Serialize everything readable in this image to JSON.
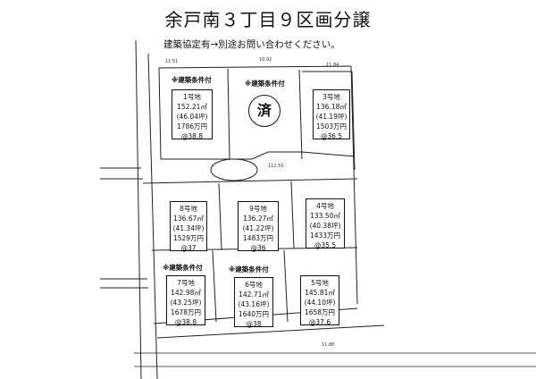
{
  "header": {
    "title": "余戸南３丁目９区画分譲",
    "note": "建築協定有→別途お問い合わせください。"
  },
  "condition_label": "※建築条件付",
  "sold_mark": "済",
  "lots": [
    {
      "id": "lot1",
      "lines": [
        "1号地",
        "152.21㎡",
        "(46.04坪)",
        "1786万円",
        "@38.8"
      ]
    },
    {
      "id": "lot3",
      "lines": [
        "3号地",
        "136.18㎡",
        "(41.19坪)",
        "1503万円",
        "@36.5"
      ]
    },
    {
      "id": "lot8",
      "lines": [
        "8号地",
        "136.67㎡",
        "(41.34坪)",
        "1529万円",
        "@37"
      ]
    },
    {
      "id": "lot9",
      "lines": [
        "9号地",
        "136.27㎡",
        "(41.22坪)",
        "1483万円",
        "@36"
      ]
    },
    {
      "id": "lot4",
      "lines": [
        "4号地",
        "133.50㎡",
        "(40.38坪)",
        "1433万円",
        "@35.5"
      ]
    },
    {
      "id": "lot7",
      "lines": [
        "7号地",
        "142.98㎡",
        "(43.25坪)",
        "1678万円",
        "@38.8"
      ]
    },
    {
      "id": "lot6",
      "lines": [
        "6号地",
        "142.71㎡",
        "(43.16坪)",
        "1640万円",
        "@38"
      ]
    },
    {
      "id": "lot5",
      "lines": [
        "5号地",
        "145.81㎡",
        "(44.10坪)",
        "1658万円",
        "@37.6"
      ]
    }
  ]
}
